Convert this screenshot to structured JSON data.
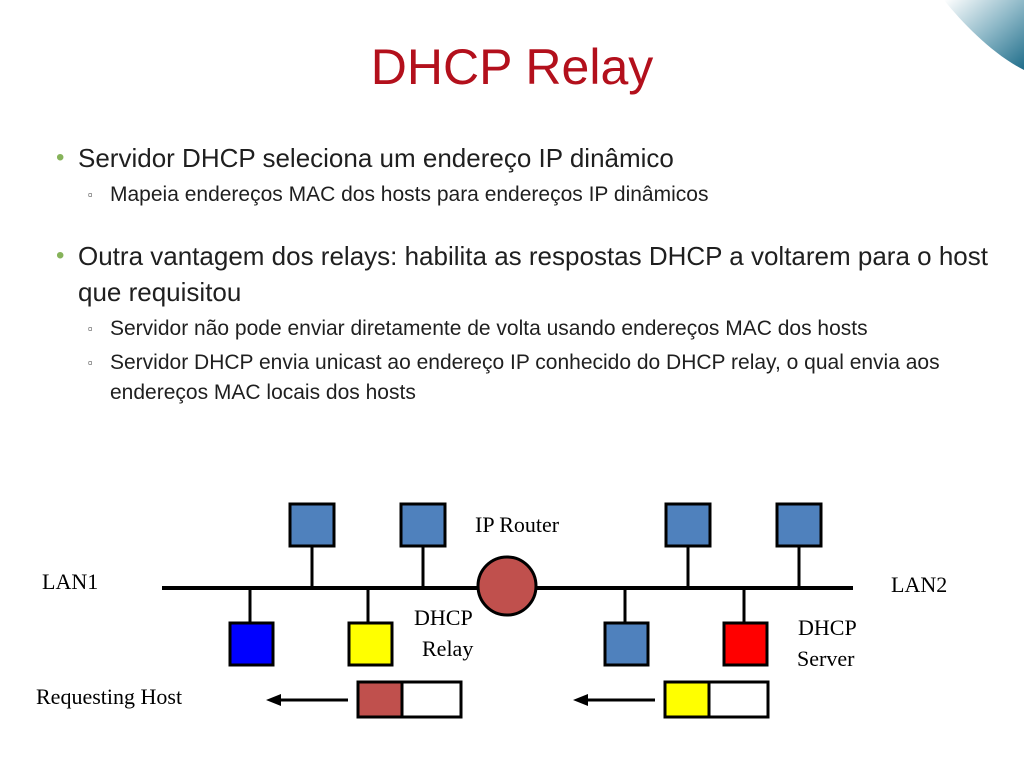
{
  "title": "DHCP Relay",
  "bullets": [
    {
      "text": "Servidor DHCP seleciona um endereço IP dinâmico",
      "sub": [
        "Mapeia endereços MAC dos hosts para endereços IP dinâmicos"
      ]
    },
    {
      "text": "Outra vantagem dos relays: habilita as respostas DHCP a voltarem para o host que requisitou",
      "sub": [
        "Servidor não pode enviar diretamente de volta usando endereços MAC dos hosts",
        "Servidor DHCP envia unicast ao endereço IP conhecido do DHCP relay, o qual envia aos endereços MAC locais dos hosts"
      ]
    }
  ],
  "diagram": {
    "lan1": "LAN1",
    "lan2": "LAN2",
    "router_label": "IP Router",
    "relay_label_1": "DHCP",
    "relay_label_2": "Relay",
    "server_label_1": "DHCP",
    "server_label_2": "Server",
    "requesting_host": "Requesting Host",
    "colors": {
      "host": "#4f81bd",
      "requesting_host": "#0000ff",
      "relay": "#ffff00",
      "server": "#ff0000",
      "router": "#c0504d",
      "title": "#b3101c",
      "bullet": "#86b35a"
    }
  }
}
